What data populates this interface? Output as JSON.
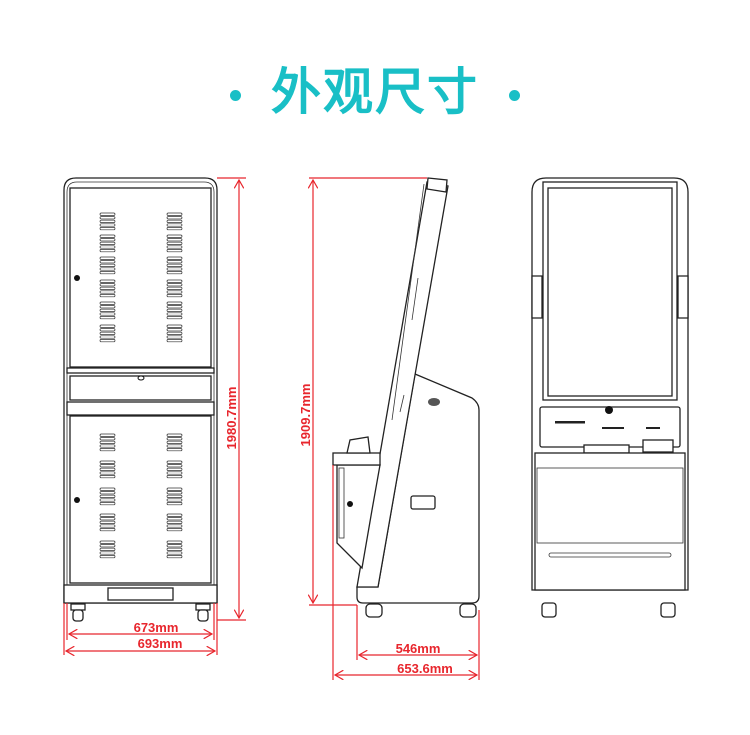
{
  "title": "外观尺寸",
  "colors": {
    "accent": "#19bfc6",
    "dimension": "#e8262d",
    "line": "#222222"
  },
  "dimensions": {
    "back_height": "1980.7mm",
    "back_inner_width": "673mm",
    "back_outer_width": "693mm",
    "side_height": "1909.7mm",
    "side_base_depth": "546mm",
    "side_total_depth": "653.6mm"
  },
  "views": [
    "back",
    "side",
    "front"
  ]
}
